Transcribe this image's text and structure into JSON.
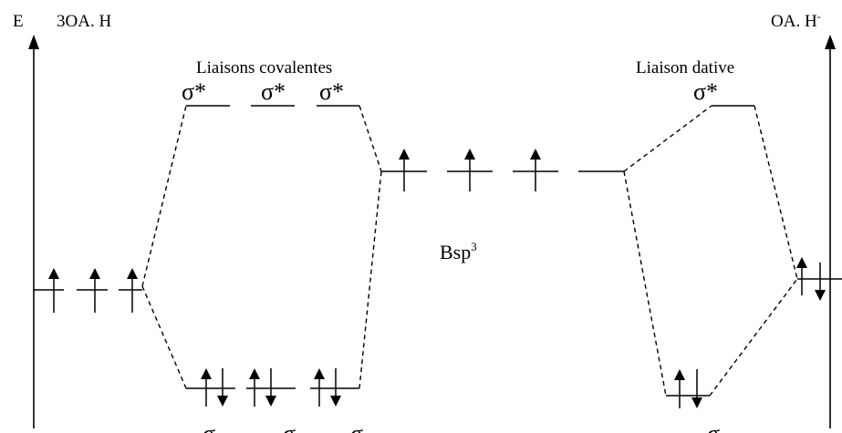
{
  "axis": {
    "energy_label": "E"
  },
  "labels": {
    "left_orbitals": "3OA. H",
    "right_orbitals": "OA. H",
    "right_orbitals_sup": "-",
    "covalent": "Liaisons covalentes",
    "dative": "Liaison dative",
    "center_base": "Bsp",
    "center_sup": "3"
  },
  "levels": {
    "sigma_star": "σ*",
    "sigma": "σ"
  },
  "colors": {
    "ink": "#000000",
    "background": "#ffffff"
  }
}
